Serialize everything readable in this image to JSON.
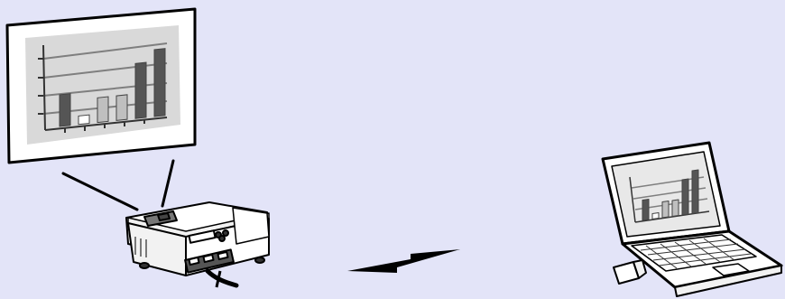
{
  "diagram": {
    "background_color": "#e3e4f8",
    "line_color": "#000000",
    "screen_chart": {
      "bar_colors": [
        "#555555",
        "#ffffff",
        "#bfbfbf",
        "#bfbfbf",
        "#555555",
        "#555555"
      ],
      "bar_levels": [
        0.45,
        0.12,
        0.35,
        0.35,
        0.78,
        0.95
      ]
    },
    "laptop_chart": {
      "bar_colors": [
        "#555555",
        "#ffffff",
        "#bfbfbf",
        "#bfbfbf",
        "#555555",
        "#555555"
      ],
      "bar_levels": [
        0.45,
        0.12,
        0.35,
        0.35,
        0.78,
        0.95
      ]
    },
    "icons": [
      "projection-screen-icon",
      "projector-icon",
      "wireless-signal-icon",
      "laptop-icon"
    ]
  }
}
